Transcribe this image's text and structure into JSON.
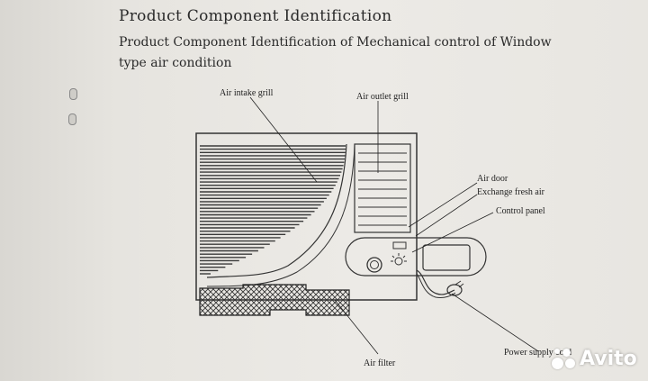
{
  "document": {
    "heading": "Product Component Identification",
    "subheading": "Product Component Identification of Mechanical control of Window type air condition"
  },
  "labels": {
    "air_intake_grill": "Air intake grill",
    "air_outlet_grill": "Air outlet grill",
    "air_door": "Air door",
    "exchange_fresh_air": "Exchange fresh air",
    "control_panel": "Control panel",
    "power_supply_cord": "Power supply cord",
    "air_filter": "Air filter"
  },
  "watermark": {
    "text": "Avito",
    "icon": "avito-logo-icon"
  }
}
